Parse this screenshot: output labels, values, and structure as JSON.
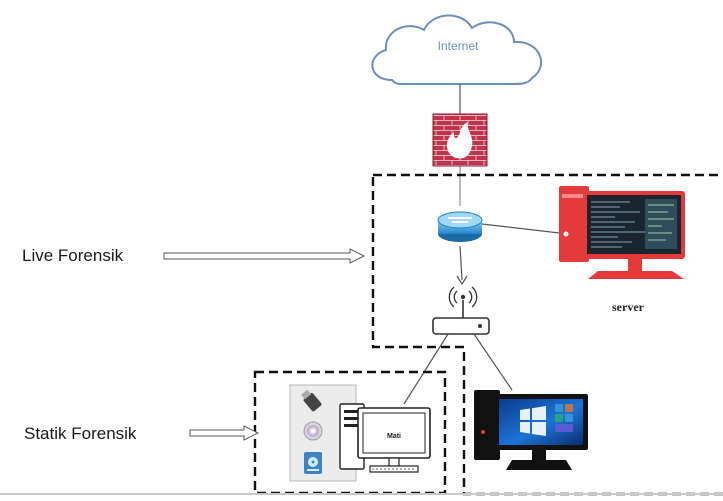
{
  "cloud_label": "Internet",
  "live_label": "Live Forensik",
  "statik_label": "Statik Forensik",
  "server_label": "server",
  "monitor_label": "Mati",
  "colors": {
    "cloud_fill": "#ffffff",
    "cloud_stroke": "#6c8ebf",
    "cloud_text": "#6c8ebf",
    "firewall_brick": "#c0334a",
    "server_red": "#e43a3a",
    "router_blue": "#3aa0dd",
    "dash": "#111111"
  }
}
